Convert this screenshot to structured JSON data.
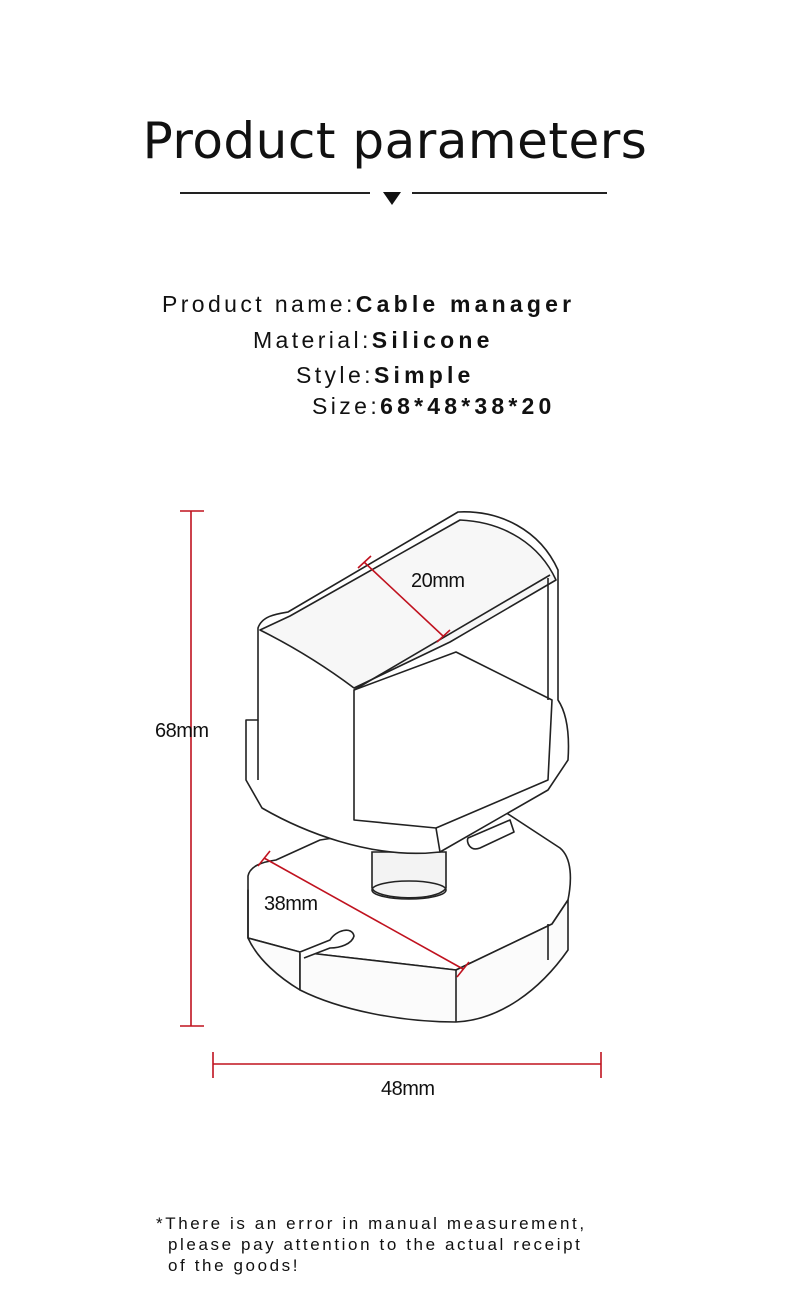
{
  "header": {
    "title": "Product parameters"
  },
  "params": [
    {
      "key": "Product name:",
      "value": "Cable manager"
    },
    {
      "key": "Material:",
      "value": "Silicone"
    },
    {
      "key": "Style:",
      "value": "Simple"
    },
    {
      "key": "Size:",
      "value": "68*48*38*20"
    }
  ],
  "dimensions": {
    "top_width": "20mm",
    "height": "68mm",
    "base_depth": "38mm",
    "width": "48mm"
  },
  "colors": {
    "dimension_line": "#c0121f",
    "outline": "#222222"
  },
  "note": {
    "line1": "*There is an error in manual measurement,",
    "line2": "please pay attention to the actual receipt",
    "line3": "of the goods!"
  }
}
